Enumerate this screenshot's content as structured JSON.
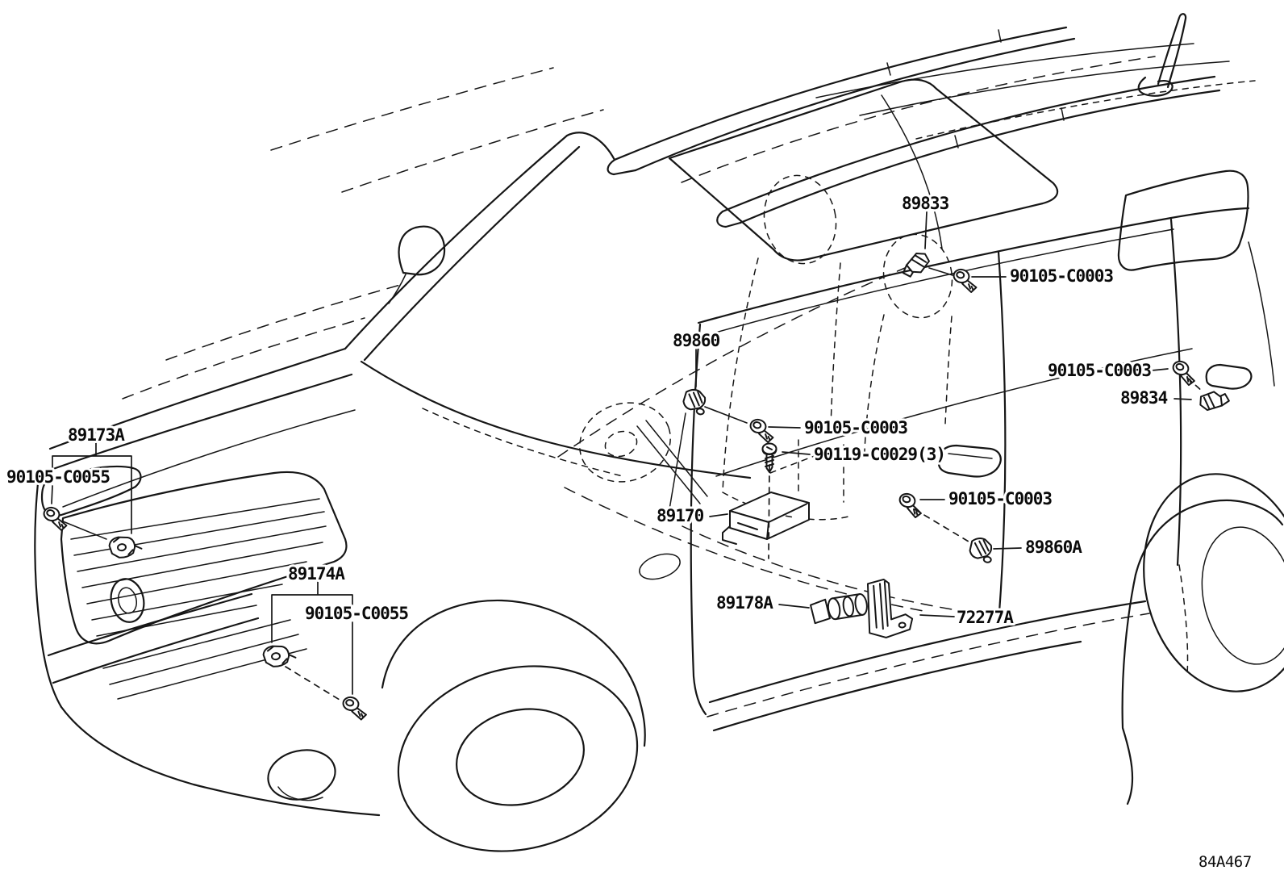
{
  "diagram": {
    "ref_code": "84A467",
    "line_color": "#161616",
    "background_color": "#ffffff"
  },
  "labels": [
    {
      "id": "label-89833",
      "label": "89833"
    },
    {
      "id": "label-90105-C0003-1",
      "label": "90105-C0003"
    },
    {
      "id": "label-89860",
      "label": "89860"
    },
    {
      "id": "label-90105-C0003-2",
      "label": "90105-C0003"
    },
    {
      "id": "label-90119-C0029",
      "label": "90119-C0029(3)"
    },
    {
      "id": "label-90105-C0003-3",
      "label": "90105-C0003"
    },
    {
      "id": "label-89834",
      "label": "89834"
    },
    {
      "id": "label-89170",
      "label": "89170"
    },
    {
      "id": "label-90105-C0003-4",
      "label": "90105-C0003"
    },
    {
      "id": "label-89860A",
      "label": "89860A"
    },
    {
      "id": "label-89173A",
      "label": "89173A"
    },
    {
      "id": "label-90105-C0055-1",
      "label": "90105-C0055"
    },
    {
      "id": "label-89174A",
      "label": "89174A"
    },
    {
      "id": "label-90105-C0055-2",
      "label": "90105-C0055"
    },
    {
      "id": "label-89178A",
      "label": "89178A"
    },
    {
      "id": "label-72277A",
      "label": "72277A"
    }
  ],
  "icons": [
    "pillar-sensor-icon",
    "side-sensor-icon",
    "front-impact-sensor-icon",
    "bolt-icon",
    "screw-icon",
    "airbag-ecu-icon",
    "tube-sensor-icon",
    "sensor-bracket-icon",
    "vehicle-outline"
  ]
}
